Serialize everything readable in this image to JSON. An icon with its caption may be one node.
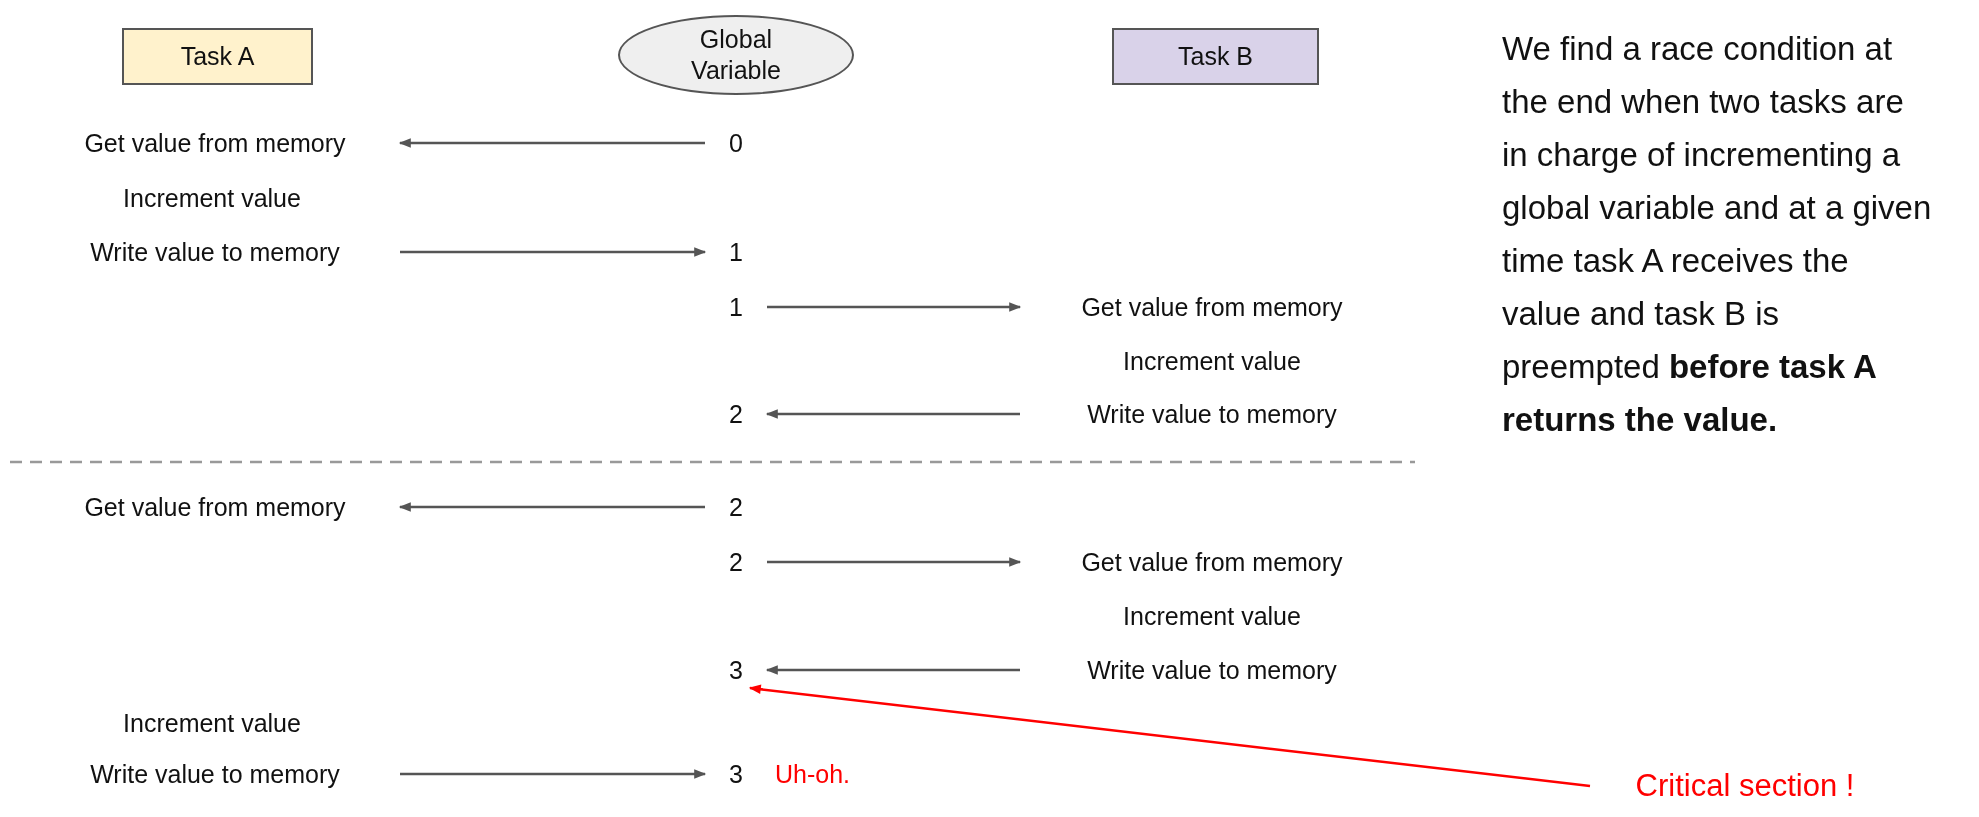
{
  "diagram": {
    "nodes": [
      {
        "text": [
          "Task A"
        ]
      },
      {
        "text": [
          "Global Variable"
        ]
      },
      {
        "text": [
          "Task B"
        ]
      },
      {
        "text": [
          "Get value from memory"
        ]
      },
      {
        "text": [
          "0"
        ]
      },
      {
        "text": [
          "Write value to memory"
        ]
      },
      {
        "text": [
          "1"
        ]
      },
      {
        "text": [
          "1"
        ]
      },
      {
        "text": [
          "Get value from memory"
        ]
      },
      {
        "text": [
          "2"
        ]
      },
      {
        "text": [
          "Write value to memory"
        ]
      },
      {
        "text": [
          "Get value from memory"
        ]
      },
      {
        "text": [
          "2"
        ]
      },
      {
        "text": [
          "2"
        ]
      },
      {
        "text": [
          "Get value from memory"
        ]
      },
      {
        "text": [
          "3"
        ]
      },
      {
        "text": [
          "Write value to memory"
        ]
      },
      {
        "text": [
          "Write value to memory"
        ]
      },
      {
        "text": [
          "3"
        ],
        "beside": [
          "Uh-oh."
        ]
      },
      {
        "text": [
          "Critical section !"
        ]
      }
    ],
    "edges": [
      {
        "from": 4,
        "to": 3,
        "arrow": "to"
      },
      {
        "from": 5,
        "to": 6,
        "arrow": "to"
      },
      {
        "from": 7,
        "to": 8,
        "arrow": "to"
      },
      {
        "from": 10,
        "to": 9,
        "arrow": "to"
      },
      {
        "from": 12,
        "to": 11,
        "arrow": "to"
      },
      {
        "from": 13,
        "to": 14,
        "arrow": "to"
      },
      {
        "from": 16,
        "to": 15,
        "arrow": "to"
      },
      {
        "from": 17,
        "to": 18,
        "arrow": "to"
      },
      {
        "from": 19,
        "to": 15,
        "arrow": "to",
        "color": "#ff0000"
      }
    ],
    "labels": [
      "We find a race condition at the end when two tasks are in charge of incrementing a global variable and at a given time task A receives the value and task B is preempted **before task A returns the value.**",
      "Increment value",
      "Increment value",
      "Increment value",
      "Increment value"
    ]
  }
}
